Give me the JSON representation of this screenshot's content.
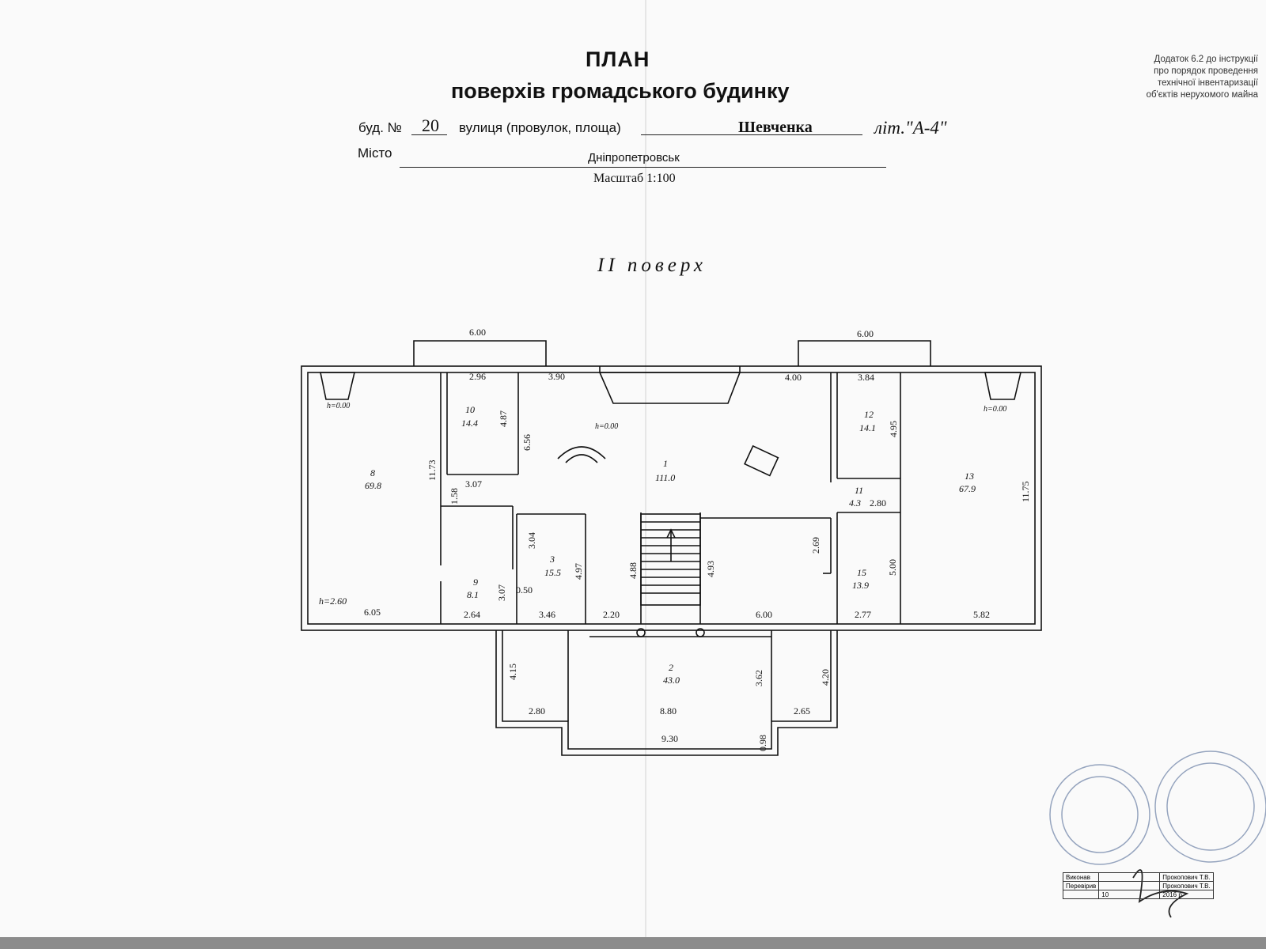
{
  "header": {
    "title": "ПЛАН",
    "subtitle": "поверхів громадського будинку",
    "building_label": "буд. №",
    "building_number": "20",
    "street_label": "вулиця (провулок, площа)",
    "street_name": "Шевченка",
    "letter": "літ.\"А-4\"",
    "city_label": "Місто",
    "city_name": "Дніпропетровськ",
    "scale": "Масштаб 1:100",
    "floor": "II поверх"
  },
  "appendix_note": [
    "Додаток 6.2 до інструкції",
    "про порядок проведення",
    "технічної інвентаризації",
    "об'єктів нерухомого майна"
  ],
  "rooms": [
    {
      "number": "1",
      "area": "111.0"
    },
    {
      "number": "2",
      "area": "43.0"
    },
    {
      "number": "3",
      "area": "15.5"
    },
    {
      "number": "8",
      "area": "69.8"
    },
    {
      "number": "9",
      "area": "8.1"
    },
    {
      "number": "10",
      "area": "14.4"
    },
    {
      "number": "11",
      "area": "4.3"
    },
    {
      "number": "12",
      "area": "14.1"
    },
    {
      "number": "13",
      "area": "67.9"
    },
    {
      "number": "15",
      "area": "13.9"
    }
  ],
  "dimensions": {
    "balcony_left": "6.00",
    "balcony_right": "6.00",
    "top": [
      "2.96",
      "3.90",
      "4.00",
      "3.84"
    ],
    "bottom": [
      "6.05",
      "2.64",
      "3.46",
      "2.20",
      "6.00",
      "2.77",
      "5.82"
    ],
    "left_height": "11.73",
    "right_height": "11.75",
    "interior": [
      "4.87",
      "6.56",
      "3.07",
      "1.58",
      "4.95",
      "2.80",
      "3.04",
      "4.97",
      "3.07",
      "0.50",
      "4.88",
      "4.93",
      "2.69",
      "5.00"
    ],
    "annex": [
      "4.15",
      "2.80",
      "8.80",
      "3.62",
      "4.20",
      "2.65",
      "9.30",
      "0.98"
    ],
    "heights": [
      "h=0.00",
      "h=0.00",
      "h=0.00",
      "h=2.60"
    ]
  },
  "stamp": {
    "rows": [
      {
        "role": "Виконав",
        "name": "Прокопович Т.В."
      },
      {
        "role": "Перевірив",
        "name": "Прокопович Т.В."
      }
    ],
    "date_day": "10",
    "date_year": "2016 р"
  },
  "colors": {
    "ink": "#111111",
    "paper": "#fafafa",
    "stamp": "#7d8fb0"
  }
}
